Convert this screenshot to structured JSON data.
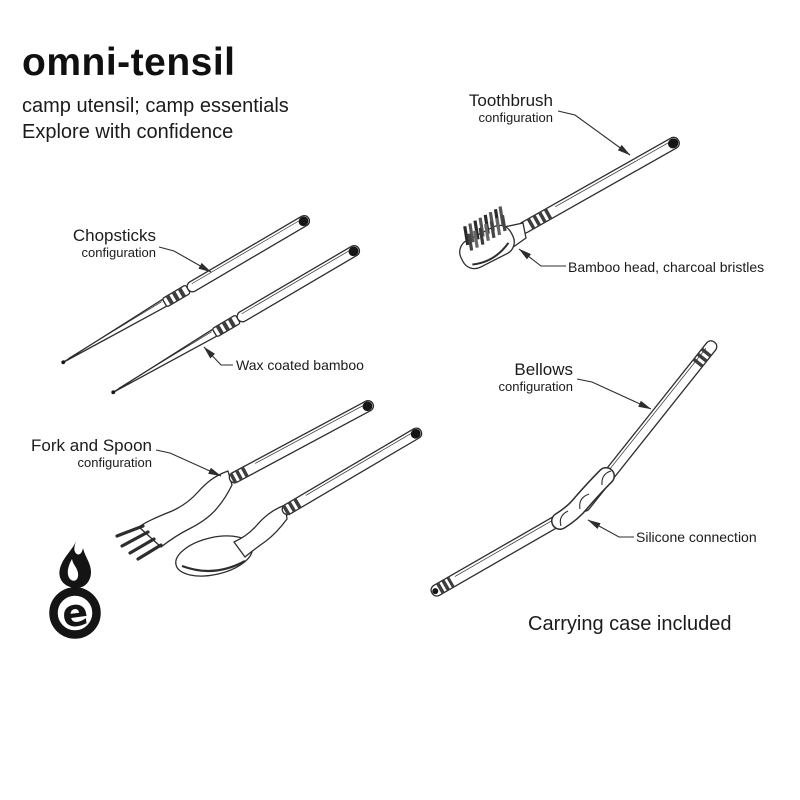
{
  "header": {
    "title": "omni-tensil",
    "subtitle": "camp utensil; camp essentials",
    "tagline": "Explore with confidence"
  },
  "configurations": {
    "chopsticks": {
      "name": "Chopsticks",
      "qualifier": "configuration"
    },
    "toothbrush": {
      "name": "Toothbrush",
      "qualifier": "configuration"
    },
    "fork_and_spoon": {
      "name": "Fork and Spoon",
      "qualifier": "configuration"
    },
    "bellows": {
      "name": "Bellows",
      "qualifier": "configuration"
    }
  },
  "annotations": {
    "wax_coating": "Wax coated bamboo",
    "bamboo_head": "Bamboo head, charcoal bristles",
    "silicone_connection": "Silicone connection"
  },
  "footer_note": "Carrying case included",
  "logo": {
    "letter": "e"
  },
  "colors": {
    "ink": "#1b1b1b",
    "line": "#2d2d2d",
    "background": "#ffffff"
  }
}
